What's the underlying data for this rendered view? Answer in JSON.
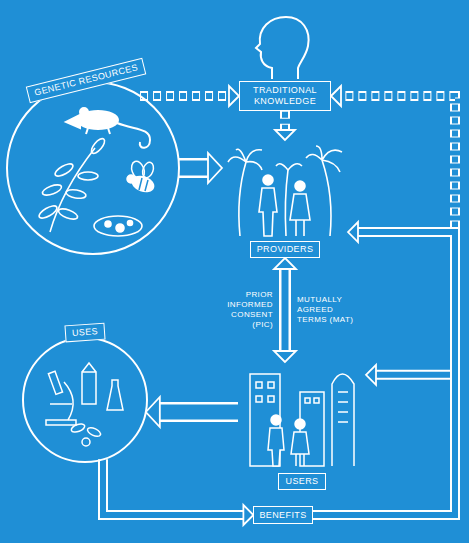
{
  "diagram": {
    "nodes": [
      {
        "text": [
          "GENETIC RESOURCES"
        ]
      },
      {
        "text": [
          "TRADITIONAL KNOWLEDGE"
        ]
      },
      {
        "text": [
          "PROVIDERS"
        ]
      },
      {
        "text": [
          "USES"
        ]
      },
      {
        "text": [
          "USERS"
        ]
      },
      {
        "text": [
          "BENEFITS"
        ]
      }
    ],
    "edges": [
      {
        "from": 0,
        "to": 1,
        "arrow": "to"
      },
      {
        "from": 0,
        "to": 2,
        "arrow": "to"
      },
      {
        "from": 1,
        "to": 2,
        "arrow": "to"
      },
      {
        "from": 2,
        "to": 4,
        "label": "PRIOR INFORMED CONSENT (PIC)",
        "arrow": "both"
      },
      {
        "from": 4,
        "to": 3,
        "arrow": "to"
      },
      {
        "from": 3,
        "to": 5,
        "arrow": "to"
      },
      {
        "from": 5,
        "to": 4,
        "arrow": "to"
      },
      {
        "from": 5,
        "to": 2,
        "arrow": "to"
      },
      {
        "from": 5,
        "to": 1,
        "arrow": "to"
      }
    ],
    "labels": [
      "MUTUALLY AGREED TERMS (MAT)"
    ]
  }
}
